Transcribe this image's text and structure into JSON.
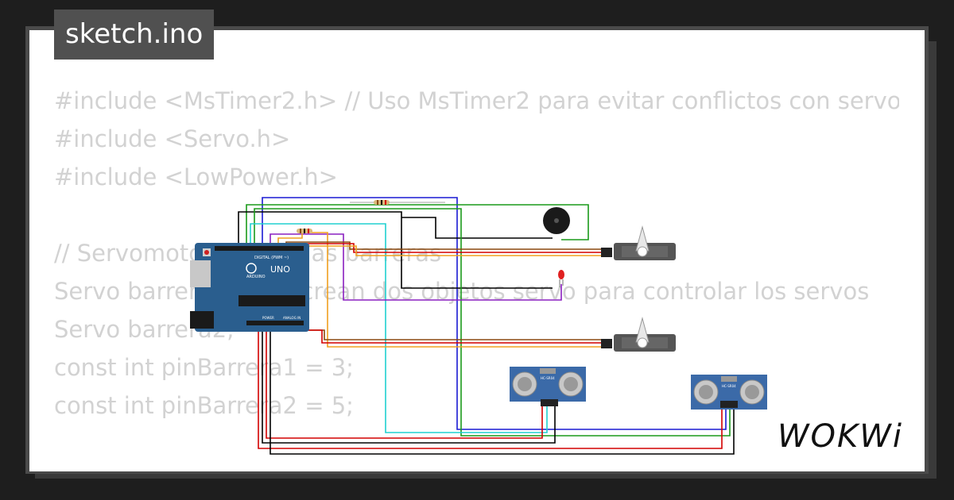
{
  "tab": {
    "title": "sketch.ino"
  },
  "code_lines": [
    "#include <MsTimer2.h> // Uso MsTimer2 para evitar conflictos con servo",
    "#include <Servo.h>",
    "#include <LowPower.h>",
    "",
    "// Servomotores para las barreras",
    "Servo barrera1; // Se crean dos objetos servo para controlar los servos",
    "Servo barrera2;",
    "const int pinBarrera1 = 3;",
    "const int pinBarrera2 = 5;",
    "",
    "// ..."
  ],
  "board": {
    "model": "UNO",
    "brand": "ARDUINO",
    "header_digital": "DIGITAL (PWM ~)",
    "header_power": "POWER",
    "header_analog": "ANALOG IN"
  },
  "sensors": {
    "label": "HC-SR04"
  },
  "logo": {
    "text": "WOKWi"
  },
  "colors": {
    "board": "#2a5e8e",
    "sensor": "#3b6aa8",
    "wire_red": "#d40000",
    "wire_black": "#000000",
    "wire_green": "#1a9a1a",
    "wire_blue": "#1a1ad4",
    "wire_cyan": "#20d0d0",
    "wire_purple": "#8a20c0",
    "wire_orange": "#f0a020",
    "wire_brown": "#8a4a10"
  }
}
